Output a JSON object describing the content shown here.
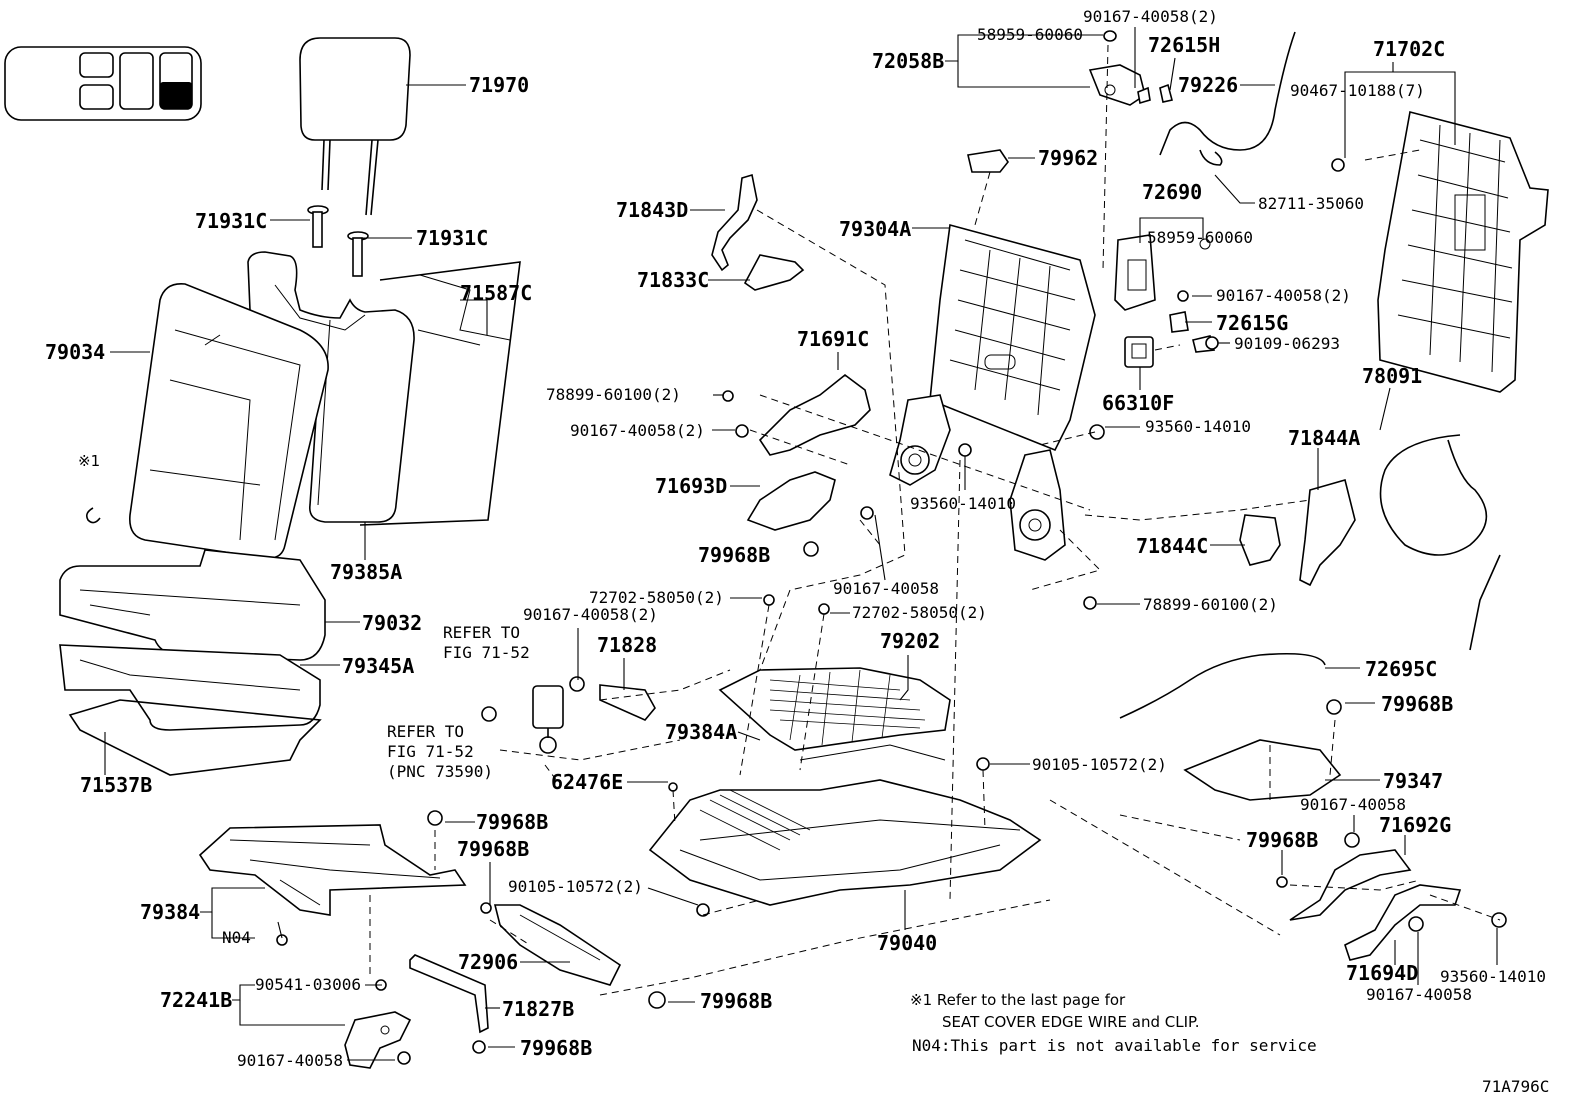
{
  "diagram_id": "71A796C",
  "notes": {
    "asterisk_symbol": "※1",
    "note1_line1": "※1 Refer to the last page for",
    "note1_line2": "SEAT COVER EDGE WIRE and CLIP.",
    "n04": "N04:This part is not available for service"
  },
  "refer": {
    "a_line1": "REFER TO",
    "a_line2": "FIG 71-52",
    "b_line1": "REFER TO",
    "b_line2": "FIG 71-52",
    "b_line3": "(PNC 73590)"
  },
  "labels": {
    "p71970": "71970",
    "p71931C_a": "71931C",
    "p71931C_b": "71931C",
    "p71587C": "71587C",
    "p79034": "79034",
    "p79385A": "79385A",
    "p79032": "79032",
    "p79345A": "79345A",
    "p71537B": "71537B",
    "p79968B_1": "79968B",
    "p79968B_2": "79968B",
    "p79968B_3": "79968B",
    "p79968B_4": "79968B",
    "p79968B_5": "79968B",
    "p79968B_6": "79968B",
    "p79968B_7": "79968B",
    "p79384": "79384",
    "pN04": "N04",
    "p90541": "90541-03006",
    "p72241B": "72241B",
    "p90167_40058_a": "90167-40058",
    "p72906": "72906",
    "p71827B": "71827B",
    "p90105_10572_a": "90105-10572(2)",
    "p62476E": "62476E",
    "p79384A": "79384A",
    "p90167_40058_2a": "90167-40058(2)",
    "p72702_a": "72702-58050(2)",
    "p72702_b": "72702-58050(2)",
    "p71828": "71828",
    "p79202": "79202",
    "p79040": "79040",
    "p90105_10572_b": "90105-10572(2)",
    "p90167_40058_b": "90167-40058",
    "p71693D": "71693D",
    "p78899_a": "78899-60100(2)",
    "p90167_40058_2b": "90167-40058(2)",
    "p71691C": "71691C",
    "p71843D": "71843D",
    "p71833C": "71833C",
    "p79304A": "79304A",
    "p93560_a": "93560-14010",
    "p72058B": "72058B",
    "p58959_a": "58959-60060",
    "p90167_40058_2c": "90167-40058(2)",
    "p72615H": "72615H",
    "p79226": "79226",
    "p79962": "79962",
    "p82711": "82711-35060",
    "p72690": "72690",
    "p58959_b": "58959-60060",
    "p90167_40058_2d": "90167-40058(2)",
    "p72615G": "72615G",
    "p90109": "90109-06293",
    "p66310F": "66310F",
    "p93560_b": "93560-14010",
    "p71844A": "71844A",
    "p71844C": "71844C",
    "p78899_b": "78899-60100(2)",
    "p71702C": "71702C",
    "p90467": "90467-10188(7)",
    "p78091": "78091",
    "p72695C": "72695C",
    "p79347": "79347",
    "p90167_40058_c": "90167-40058",
    "p71692G": "71692G",
    "p71694D": "71694D",
    "p90167_40058_d": "90167-40058",
    "p93560_c": "93560-14010"
  }
}
